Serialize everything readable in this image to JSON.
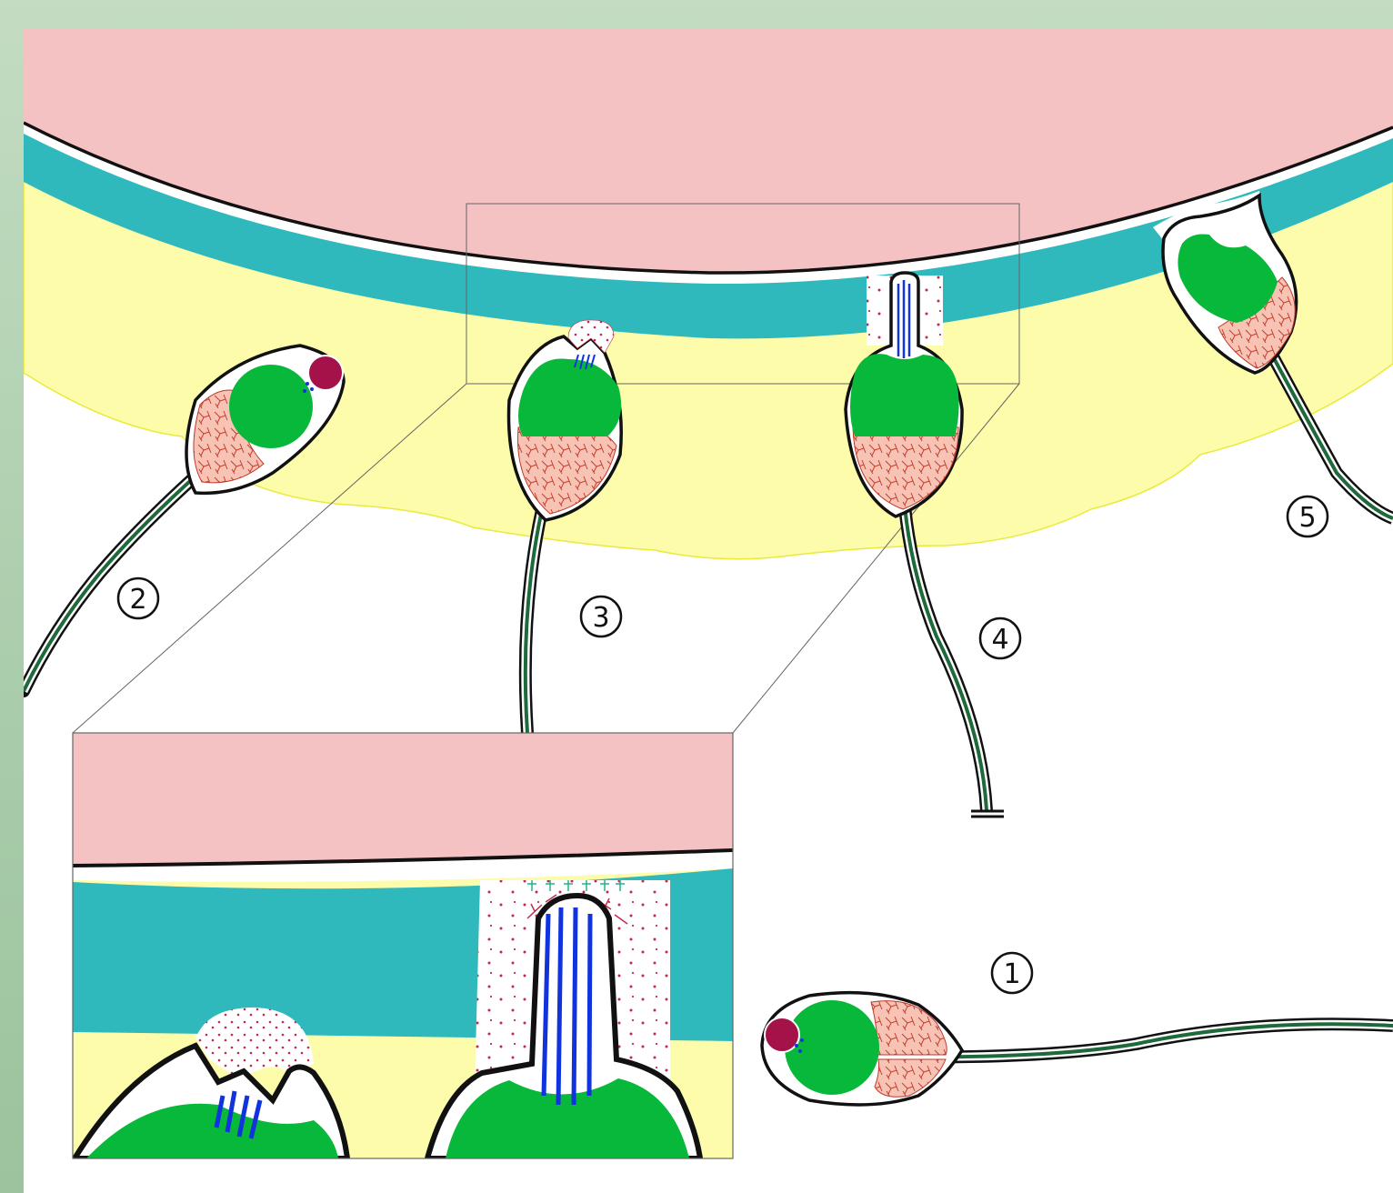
{
  "figure": {
    "stages": [
      {
        "label": "1"
      },
      {
        "label": "2"
      },
      {
        "label": "3"
      },
      {
        "label": "4"
      },
      {
        "label": "5"
      }
    ]
  },
  "colors": {
    "egg_cytoplasm": "#f4c2c2",
    "zona_pellucida": "#2fb9bc",
    "cumulus": "#fcfcaa",
    "nucleus": "#08b83a",
    "midpiece": "#f6c3b5",
    "acrosome_cap": "#a5124a",
    "tail": "#1e6a3a",
    "filaments": "#1133dd",
    "enzyme_dots": "#c22b4c",
    "receptors": "#27b08a"
  }
}
